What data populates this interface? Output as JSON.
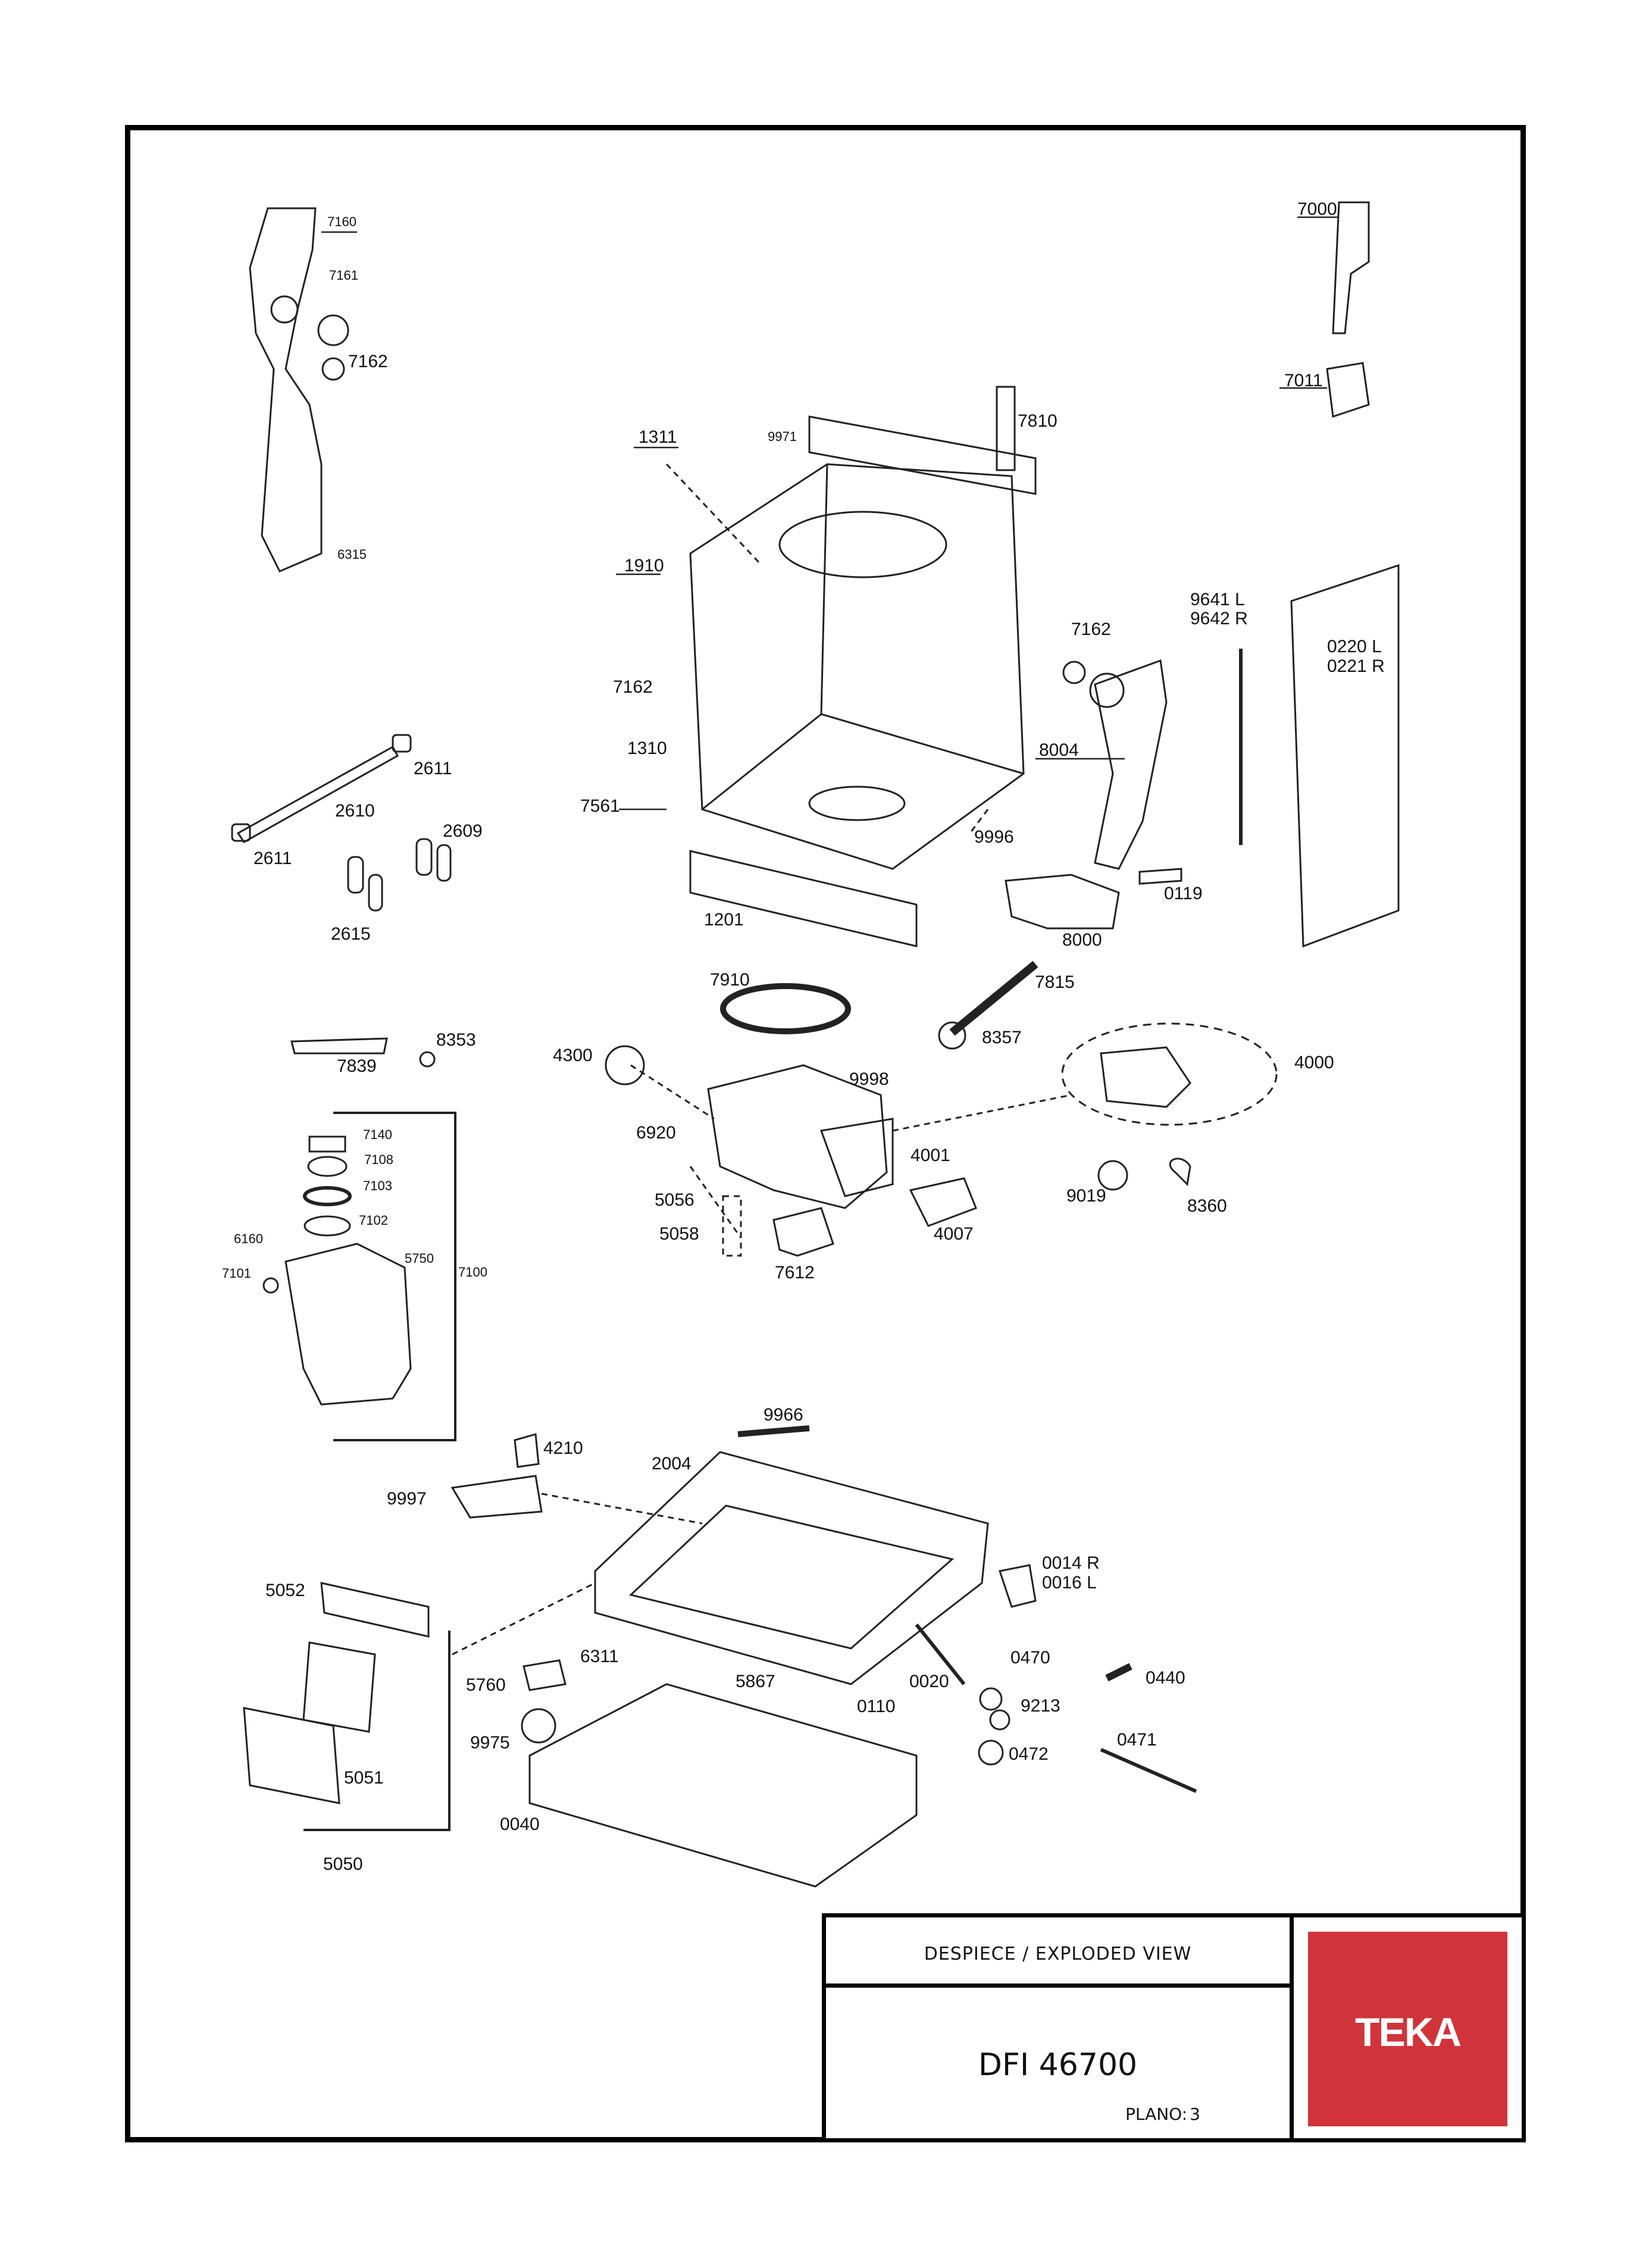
{
  "labels": [
    {
      "text": "7160",
      "style": "s"
    },
    {
      "text": "7161",
      "style": "s"
    },
    {
      "text": "7162",
      "style": "m"
    },
    {
      "text": "6315",
      "style": "s"
    },
    {
      "text": "1311",
      "style": "m"
    },
    {
      "text": "9971",
      "style": "s"
    },
    {
      "text": "7810",
      "style": "m"
    },
    {
      "text": "1910",
      "style": "m"
    },
    {
      "text": "7162",
      "style": "m"
    },
    {
      "text": "1310",
      "style": "m"
    },
    {
      "text": "7561",
      "style": "m"
    },
    {
      "text": "1201",
      "style": "m"
    },
    {
      "text": "9996",
      "style": "m"
    },
    {
      "text": "7162",
      "style": "m"
    },
    {
      "text": "8004",
      "style": "m"
    },
    {
      "text": "0119",
      "style": "m"
    },
    {
      "text": "8000",
      "style": "m"
    },
    {
      "text": "9641 L",
      "style": "m"
    },
    {
      "text": "9642 R",
      "style": "m"
    },
    {
      "text": "0220 L",
      "style": "m"
    },
    {
      "text": "0221 R",
      "style": "m"
    },
    {
      "text": "7000",
      "style": "m"
    },
    {
      "text": "7011",
      "style": "m"
    },
    {
      "text": "2611",
      "style": "m"
    },
    {
      "text": "2610",
      "style": "m"
    },
    {
      "text": "2611",
      "style": "m"
    },
    {
      "text": "2609",
      "style": "m"
    },
    {
      "text": "2615",
      "style": "m"
    },
    {
      "text": "7910",
      "style": "m"
    },
    {
      "text": "7815",
      "style": "m"
    },
    {
      "text": "8357",
      "style": "m"
    },
    {
      "text": "7839",
      "style": "m"
    },
    {
      "text": "8353",
      "style": "m"
    },
    {
      "text": "4300",
      "style": "m"
    },
    {
      "text": "9998",
      "style": "m"
    },
    {
      "text": "6920",
      "style": "m"
    },
    {
      "text": "5056",
      "style": "m"
    },
    {
      "text": "5058",
      "style": "m"
    },
    {
      "text": "4001",
      "style": "m"
    },
    {
      "text": "4007",
      "style": "m"
    },
    {
      "text": "7612",
      "style": "m"
    },
    {
      "text": "4000",
      "style": "m"
    },
    {
      "text": "9019",
      "style": "m"
    },
    {
      "text": "8360",
      "style": "m"
    },
    {
      "text": "7140",
      "style": "s"
    },
    {
      "text": "7108",
      "style": "s"
    },
    {
      "text": "7103",
      "style": "s"
    },
    {
      "text": "7102",
      "style": "s"
    },
    {
      "text": "6160",
      "style": "s"
    },
    {
      "text": "5750",
      "style": "s"
    },
    {
      "text": "7101",
      "style": "s"
    },
    {
      "text": "7100",
      "style": "s"
    },
    {
      "text": "9966",
      "style": "m"
    },
    {
      "text": "4210",
      "style": "m"
    },
    {
      "text": "2004",
      "style": "m"
    },
    {
      "text": "9997",
      "style": "m"
    },
    {
      "text": "0014 R",
      "style": "m"
    },
    {
      "text": "0016 L",
      "style": "m"
    },
    {
      "text": "5052",
      "style": "m"
    },
    {
      "text": "6311",
      "style": "m"
    },
    {
      "text": "5760",
      "style": "m"
    },
    {
      "text": "5867",
      "style": "m"
    },
    {
      "text": "0020",
      "style": "m"
    },
    {
      "text": "0110",
      "style": "m"
    },
    {
      "text": "0470",
      "style": "m"
    },
    {
      "text": "9213",
      "style": "m"
    },
    {
      "text": "0440",
      "style": "m"
    },
    {
      "text": "0472",
      "style": "m"
    },
    {
      "text": "0471",
      "style": "m"
    },
    {
      "text": "9975",
      "style": "m"
    },
    {
      "text": "5051",
      "style": "m"
    },
    {
      "text": "0040",
      "style": "m"
    },
    {
      "text": "5050",
      "style": "m"
    }
  ],
  "title_block": {
    "heading": "DESPIECE / EXPLODED VIEW",
    "model": "DFI 46700",
    "plano_label": "PLANO:",
    "plano_number": "3",
    "logo_text": "TEKA",
    "logo_color": "#d0343a"
  }
}
